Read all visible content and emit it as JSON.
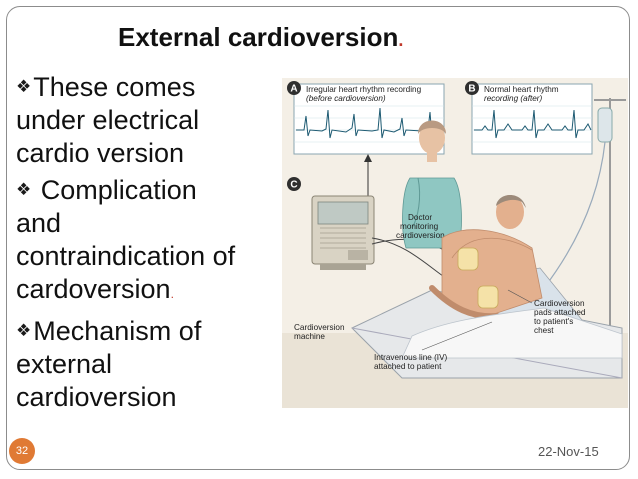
{
  "slide": {
    "title": "External cardioversion",
    "bullets": [
      "These comes under electrical cardio version",
      "Complication and contraindication of cardoversion",
      "Mechanism of external cardioversion"
    ],
    "page_number": "32",
    "date": "22-Nov-15"
  },
  "illustration": {
    "panel_a_badge": "A",
    "panel_b_badge": "B",
    "panel_c_badge": "C",
    "panel_a_caption_1": "Irregular heart rhythm recording",
    "panel_a_caption_2": "(before cardioversion)",
    "panel_b_caption_1": "Normal heart rhythm",
    "panel_b_caption_2": "recording (after)",
    "doctor_label_1": "Doctor",
    "doctor_label_2": "monitoring",
    "doctor_label_3": "cardioversion",
    "machine_label_1": "Cardioversion",
    "machine_label_2": "machine",
    "iv_label_1": "Intravenous line (IV)",
    "iv_label_2": "attached to patient",
    "pads_label_1": "Cardioversion",
    "pads_label_2": "pads attached",
    "pads_label_3": "to patient's",
    "pads_label_4": "chest"
  },
  "colors": {
    "accent": "#e07a34",
    "border": "#8c8c8c",
    "scrub": "#8fc7c2",
    "skin": "#e3b08e",
    "machine": "#d9d3c4",
    "badge": "#2f2f2f"
  }
}
